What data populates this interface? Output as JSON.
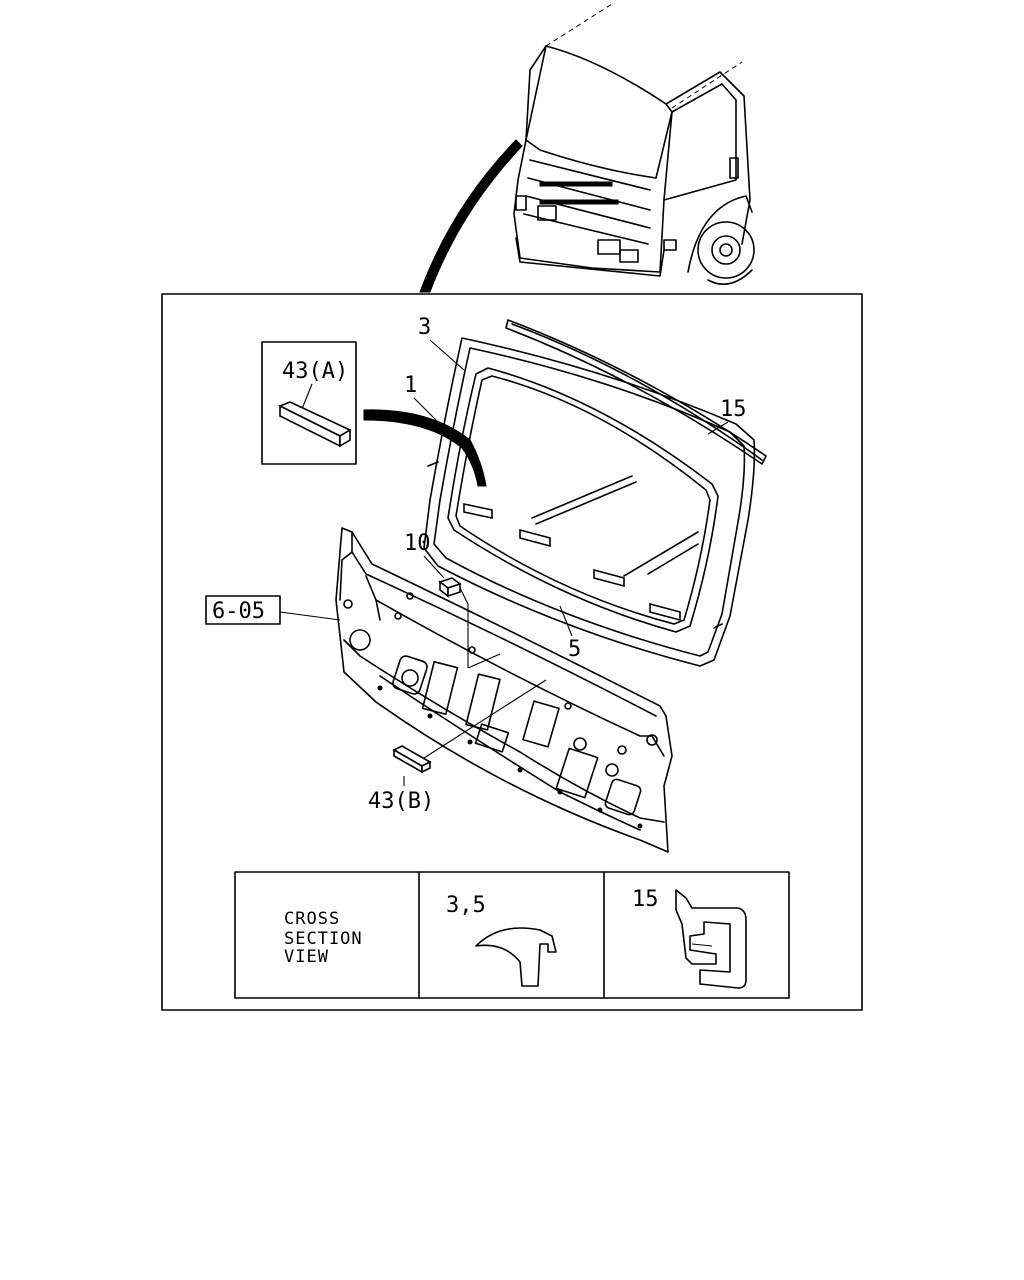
{
  "callouts": {
    "windshield_glass": "1",
    "weatherstrip_upper": "3",
    "weatherstrip_lower": "5",
    "molding": "15",
    "clip": "10",
    "pad_a": "43(A)",
    "pad_b": "43(B)",
    "reference": "6-05"
  },
  "cross_section": {
    "title_line1": "CROSS",
    "title_line2": "SECTION",
    "title_line3": "VIEW",
    "profile_a_label": "3,5",
    "profile_b_label": "15"
  }
}
